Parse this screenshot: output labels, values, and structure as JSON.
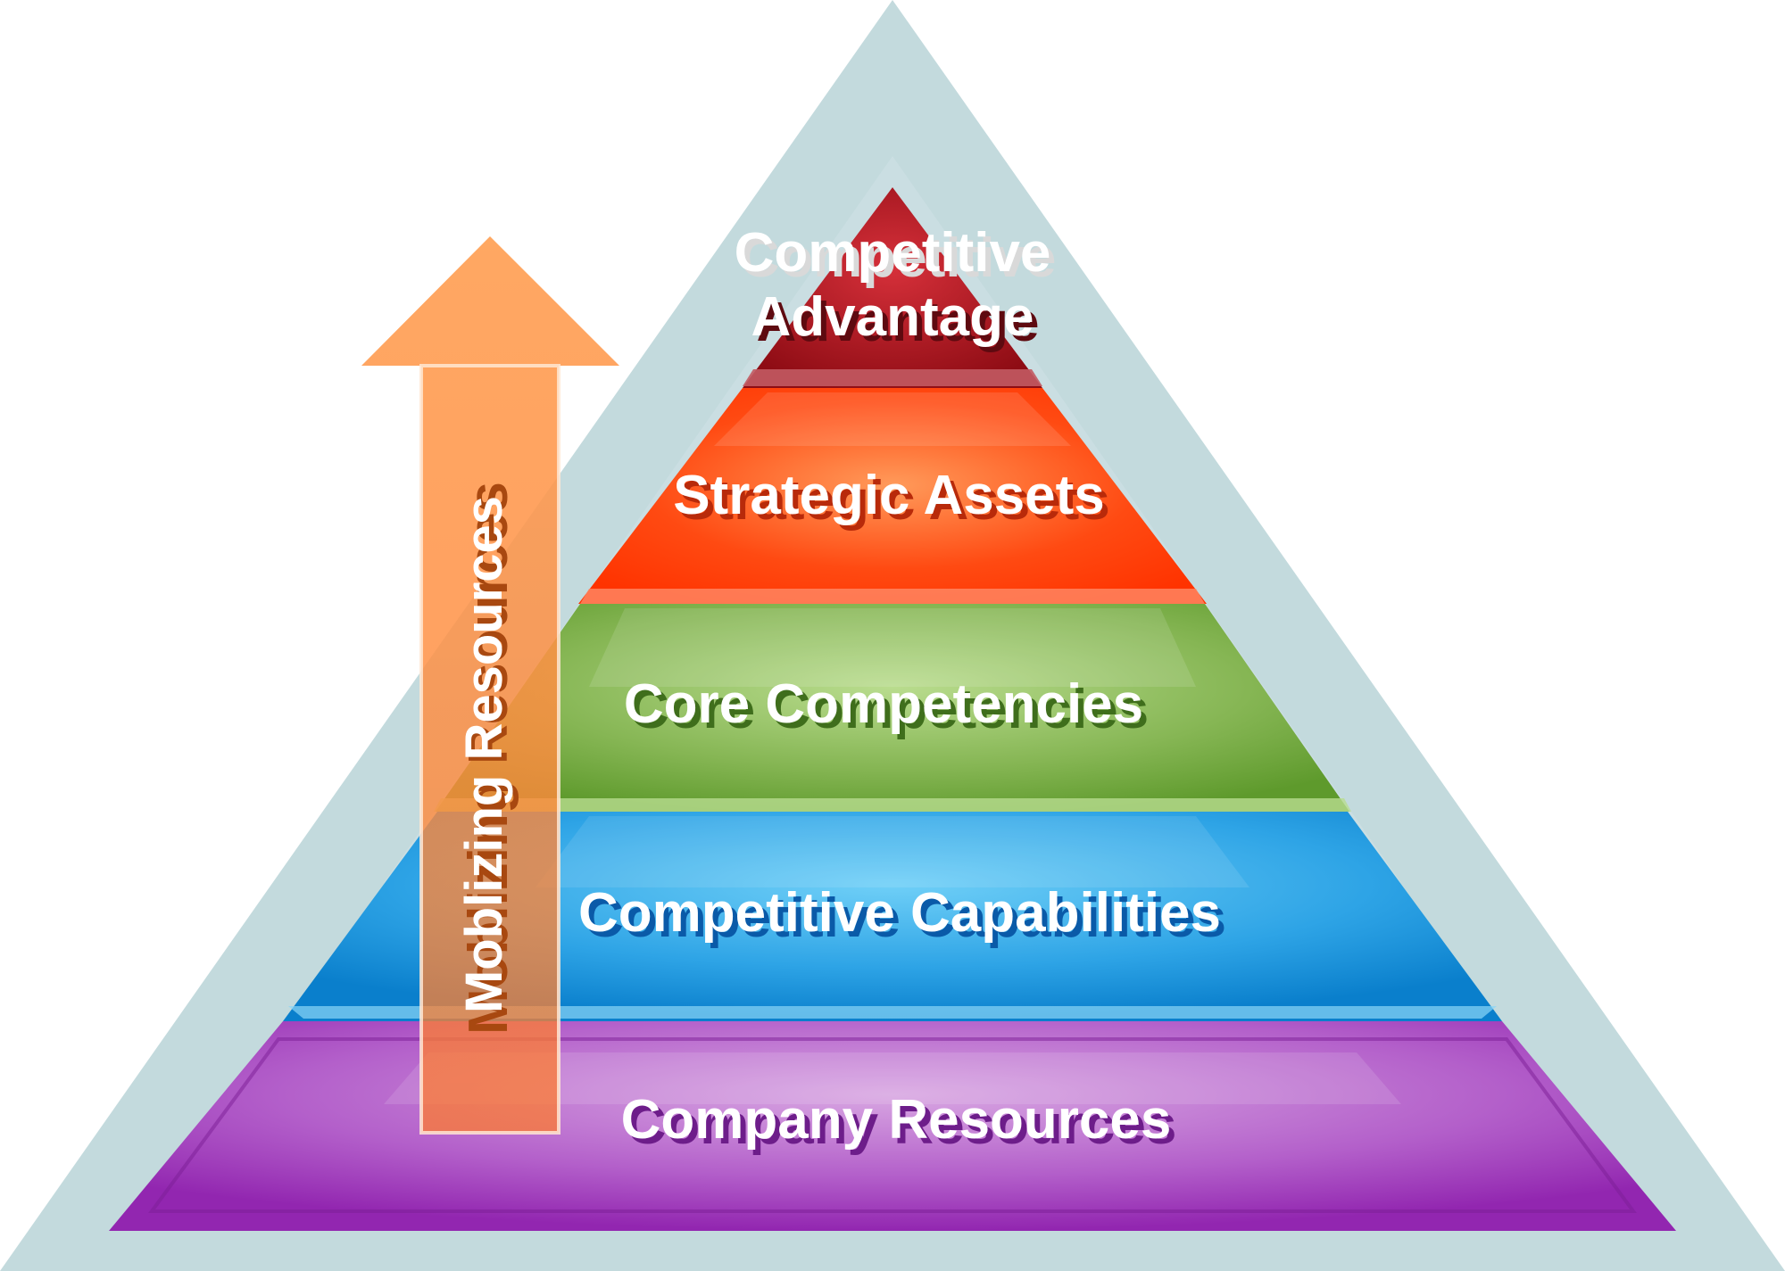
{
  "diagram": {
    "type": "pyramid",
    "arrow_label": "Moblizing Resources",
    "tiers": [
      {
        "label_lines": [
          "Competitive",
          "Advantage"
        ],
        "color": "#b31520"
      },
      {
        "label_lines": [
          "Strategic Assets"
        ],
        "color": "#ff3d0a"
      },
      {
        "label_lines": [
          "Core Competencies"
        ],
        "color": "#7fb04a"
      },
      {
        "label_lines": [
          "Competitive Capabilities"
        ],
        "color": "#2ea4e6"
      },
      {
        "label_lines": [
          "Company Resources"
        ],
        "color": "#a846c0"
      }
    ],
    "colors": {
      "outer_triangle": "#c2dadd",
      "arrow": "#ff8a2e"
    }
  }
}
